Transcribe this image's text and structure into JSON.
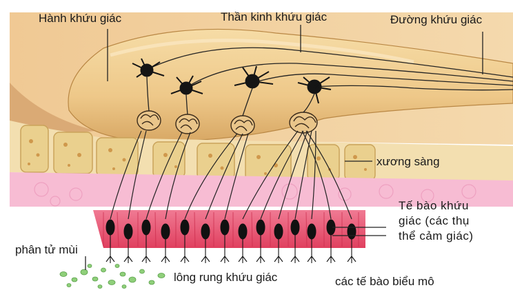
{
  "labels": {
    "olfactory_bulb": "Hành khứu giác",
    "olfactory_nerve": "Thần kinh khứu giác",
    "olfactory_tract": "Đường khứu giác",
    "cribriform_bone": "xương sàng",
    "receptor_cells": "Tế bào khứu\ngiác (các thụ\nthể cảm giác)",
    "odor_molecules": "phân tử mùi",
    "olfactory_cilia": "lông rung khứu giác",
    "epithelial_cells": "các tế bào biểu mô"
  },
  "colors": {
    "bulb": "#f0cf90",
    "bulb_shadow": "#c99a55",
    "bone": "#e9cc82",
    "bone_pore": "#c98b3c",
    "mucosa": "#f5a9c8",
    "epithelium": "#e8506e",
    "receptor": "#1a1a1a",
    "odor": "#8fcf7a",
    "line": "#222222"
  }
}
